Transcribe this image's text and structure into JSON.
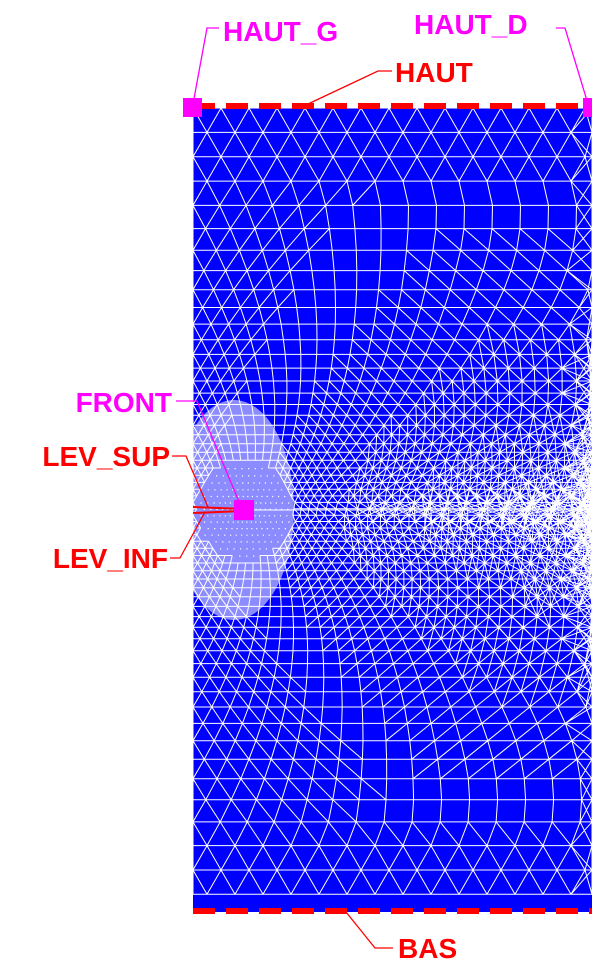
{
  "colors": {
    "mesh_fill": "#0000ff",
    "mesh_lines": "#ffffff",
    "group_edge": "#ff0000",
    "group_node": "#ff00ff",
    "background": "#ffffff"
  },
  "labels": {
    "haut_g": "HAUT_G",
    "haut_d": "HAUT_D",
    "haut": "HAUT",
    "front": "FRONT",
    "lev_sup": "LEV_SUP",
    "lev_inf": "LEV_INF",
    "bas": "BAS"
  }
}
